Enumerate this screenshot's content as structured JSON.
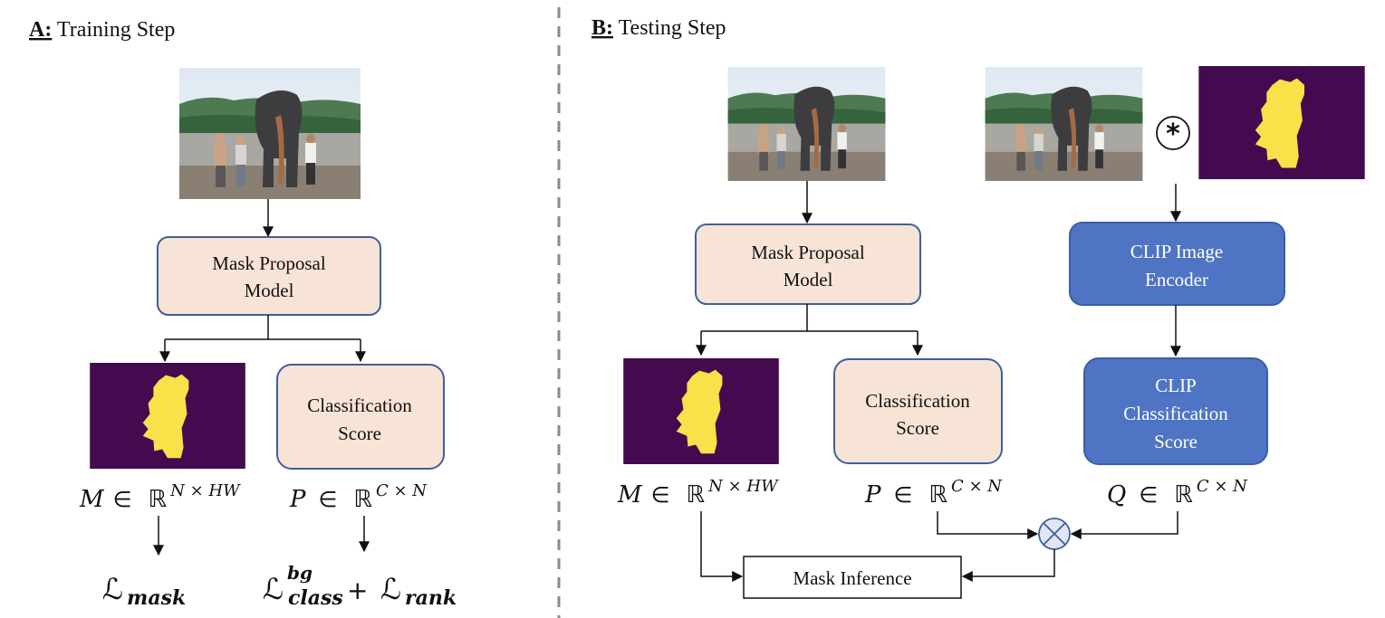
{
  "panel_a": {
    "heading_key": "A:",
    "heading_text": " Training Step",
    "model_box": [
      "Mask Proposal",
      "Model"
    ],
    "score_box": [
      "Classification",
      "Score"
    ],
    "mask_symbol": "M",
    "mask_set": "∈",
    "mask_space": "ℝ",
    "mask_exp": "N × HW",
    "score_symbol": "P",
    "score_set": "∈",
    "score_space": "ℝ",
    "score_exp": "C × N",
    "loss_mask_L": "ℒ",
    "loss_mask_sub": "mask",
    "loss_class_L": "ℒ",
    "loss_class_sup": "bg",
    "loss_class_sub": "class",
    "loss_plus": "+",
    "loss_rank_L": "ℒ",
    "loss_rank_sub": "rank"
  },
  "panel_b": {
    "heading_key": "B:",
    "heading_text": " Testing Step",
    "model_box": [
      "Mask Proposal",
      "Model"
    ],
    "score_box": [
      "Classification",
      "Score"
    ],
    "clip_encoder_box": [
      "CLIP Image",
      "Encoder"
    ],
    "clip_score_box": [
      "CLIP",
      "Classification",
      "Score"
    ],
    "mask_inference": "Mask Inference",
    "mask_symbol": "M",
    "mask_set": "∈",
    "mask_space": "ℝ",
    "mask_exp": "N × HW",
    "score_symbol": "P",
    "score_set": "∈",
    "score_space": "ℝ",
    "score_exp": "C × N",
    "clip_symbol": "Q",
    "clip_set": "∈",
    "clip_space": "ℝ",
    "clip_exp": "C × N",
    "multiply_symbol": "*"
  },
  "colors": {
    "model_fill": "#f7e4d6",
    "box_stroke": "#3f5f9a",
    "clip_fill": "#4f74c4",
    "mask_bg": "#440a4f",
    "mask_fg": "#f7e24a"
  }
}
